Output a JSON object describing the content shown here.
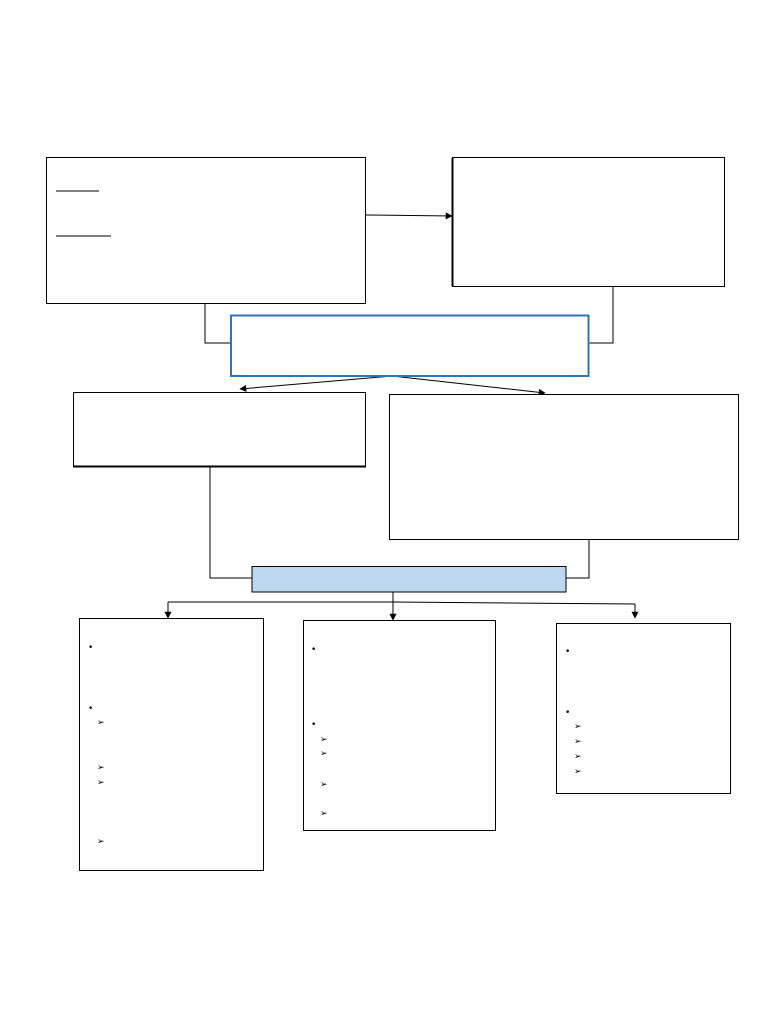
{
  "diagram": {
    "type": "flowchart",
    "text_content": "",
    "colors": {
      "stroke": "#000000",
      "highlight_border": "#2e75b6",
      "highlight_fill": "#bdd7ee",
      "background": "#ffffff"
    },
    "boxes": [
      {
        "id": "top-left-box",
        "text": ""
      },
      {
        "id": "top-right-box",
        "text": ""
      },
      {
        "id": "central-box",
        "text": ""
      },
      {
        "id": "mid-left-box",
        "text": ""
      },
      {
        "id": "mid-right-box",
        "text": ""
      },
      {
        "id": "hub-box",
        "text": ""
      },
      {
        "id": "bottom-left-box",
        "text": ""
      },
      {
        "id": "bottom-middle-box",
        "text": ""
      },
      {
        "id": "bottom-right-box",
        "text": ""
      }
    ],
    "bullet_glyphs": {
      "round": "•",
      "arrow": "➢"
    },
    "bullet_lists": {
      "bottom_left": [
        "round",
        "round",
        "arrow",
        "arrow",
        "arrow",
        "arrow"
      ],
      "bottom_middle": [
        "round",
        "round",
        "arrow",
        "arrow",
        "arrow",
        "arrow"
      ],
      "bottom_right": [
        "round",
        "round",
        "arrow",
        "arrow",
        "arrow",
        "arrow"
      ]
    }
  }
}
